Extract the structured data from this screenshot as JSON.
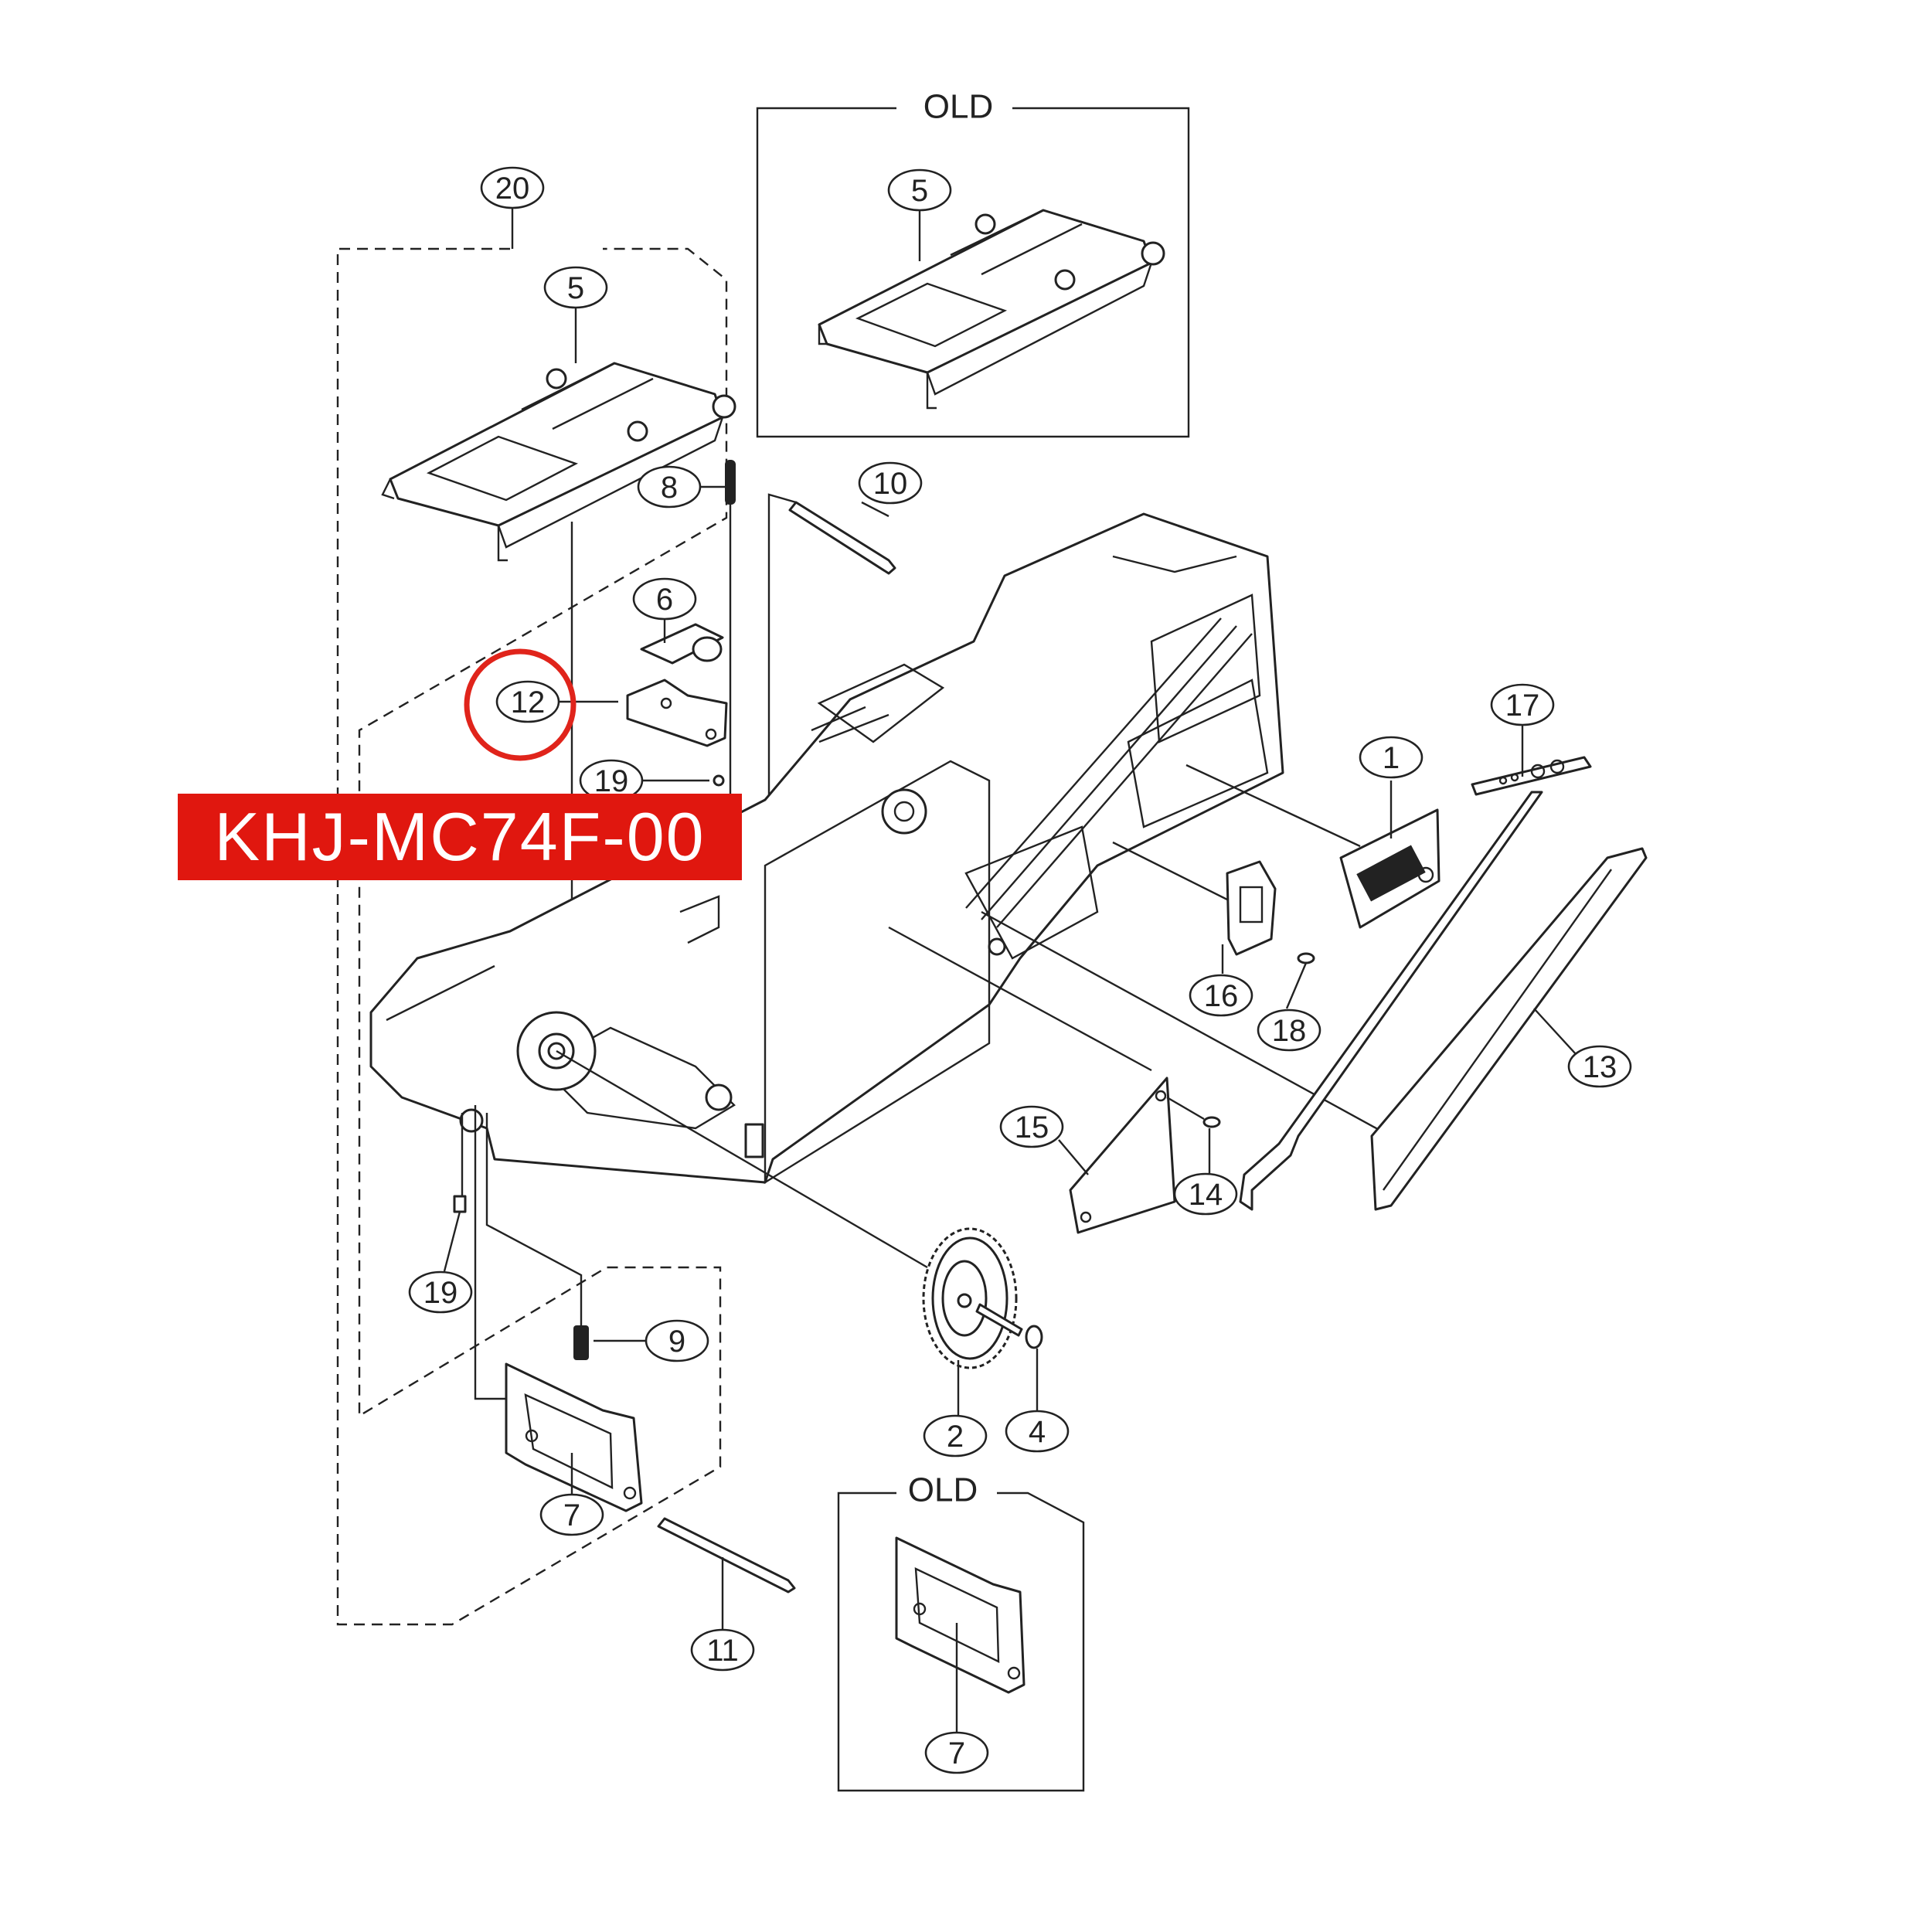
{
  "diagram": {
    "boxes": [
      {
        "id": "box-old-top",
        "title": "OLD"
      },
      {
        "id": "box-old-bottom",
        "title": "OLD"
      }
    ],
    "callouts": [
      {
        "id": "c20",
        "label": "20"
      },
      {
        "id": "c5a",
        "label": "5"
      },
      {
        "id": "c5b",
        "label": "5"
      },
      {
        "id": "c8",
        "label": "8"
      },
      {
        "id": "c10",
        "label": "10"
      },
      {
        "id": "c6",
        "label": "6"
      },
      {
        "id": "c12",
        "label": "12"
      },
      {
        "id": "c19a",
        "label": "19"
      },
      {
        "id": "c17",
        "label": "17"
      },
      {
        "id": "c1",
        "label": "1"
      },
      {
        "id": "c16",
        "label": "16"
      },
      {
        "id": "c18",
        "label": "18"
      },
      {
        "id": "c13",
        "label": "13"
      },
      {
        "id": "c15",
        "label": "15"
      },
      {
        "id": "c14",
        "label": "14"
      },
      {
        "id": "c19b",
        "label": "19"
      },
      {
        "id": "c9",
        "label": "9"
      },
      {
        "id": "c2",
        "label": "2"
      },
      {
        "id": "c4",
        "label": "4"
      },
      {
        "id": "c7a",
        "label": "7"
      },
      {
        "id": "c11",
        "label": "11"
      },
      {
        "id": "c7b",
        "label": "7"
      }
    ],
    "highlight": {
      "callout": "12",
      "color": "#e0241b"
    }
  },
  "banner": {
    "text": "KHJ-MC74F-00",
    "background": "#e0170f",
    "text_color": "#ffffff"
  }
}
